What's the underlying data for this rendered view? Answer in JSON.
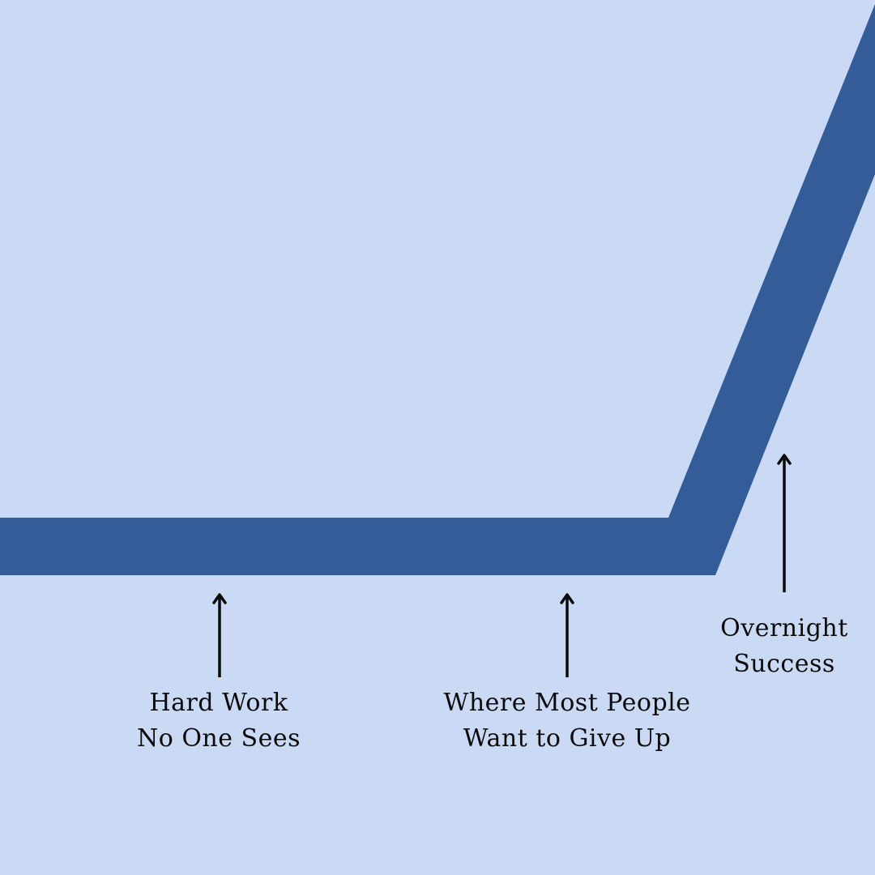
{
  "colors": {
    "background": "#cadaf4",
    "line": "#335c99",
    "arrow": "#0b0b0b",
    "text": "#0b0b0b"
  },
  "annotations": [
    {
      "id": "hard-work",
      "line1": "Hard Work",
      "line2": "No One Sees"
    },
    {
      "id": "give-up",
      "line1": "Where Most People",
      "line2": "Want to Give Up"
    },
    {
      "id": "success",
      "line1": "Overnight",
      "line2": "Success"
    }
  ]
}
